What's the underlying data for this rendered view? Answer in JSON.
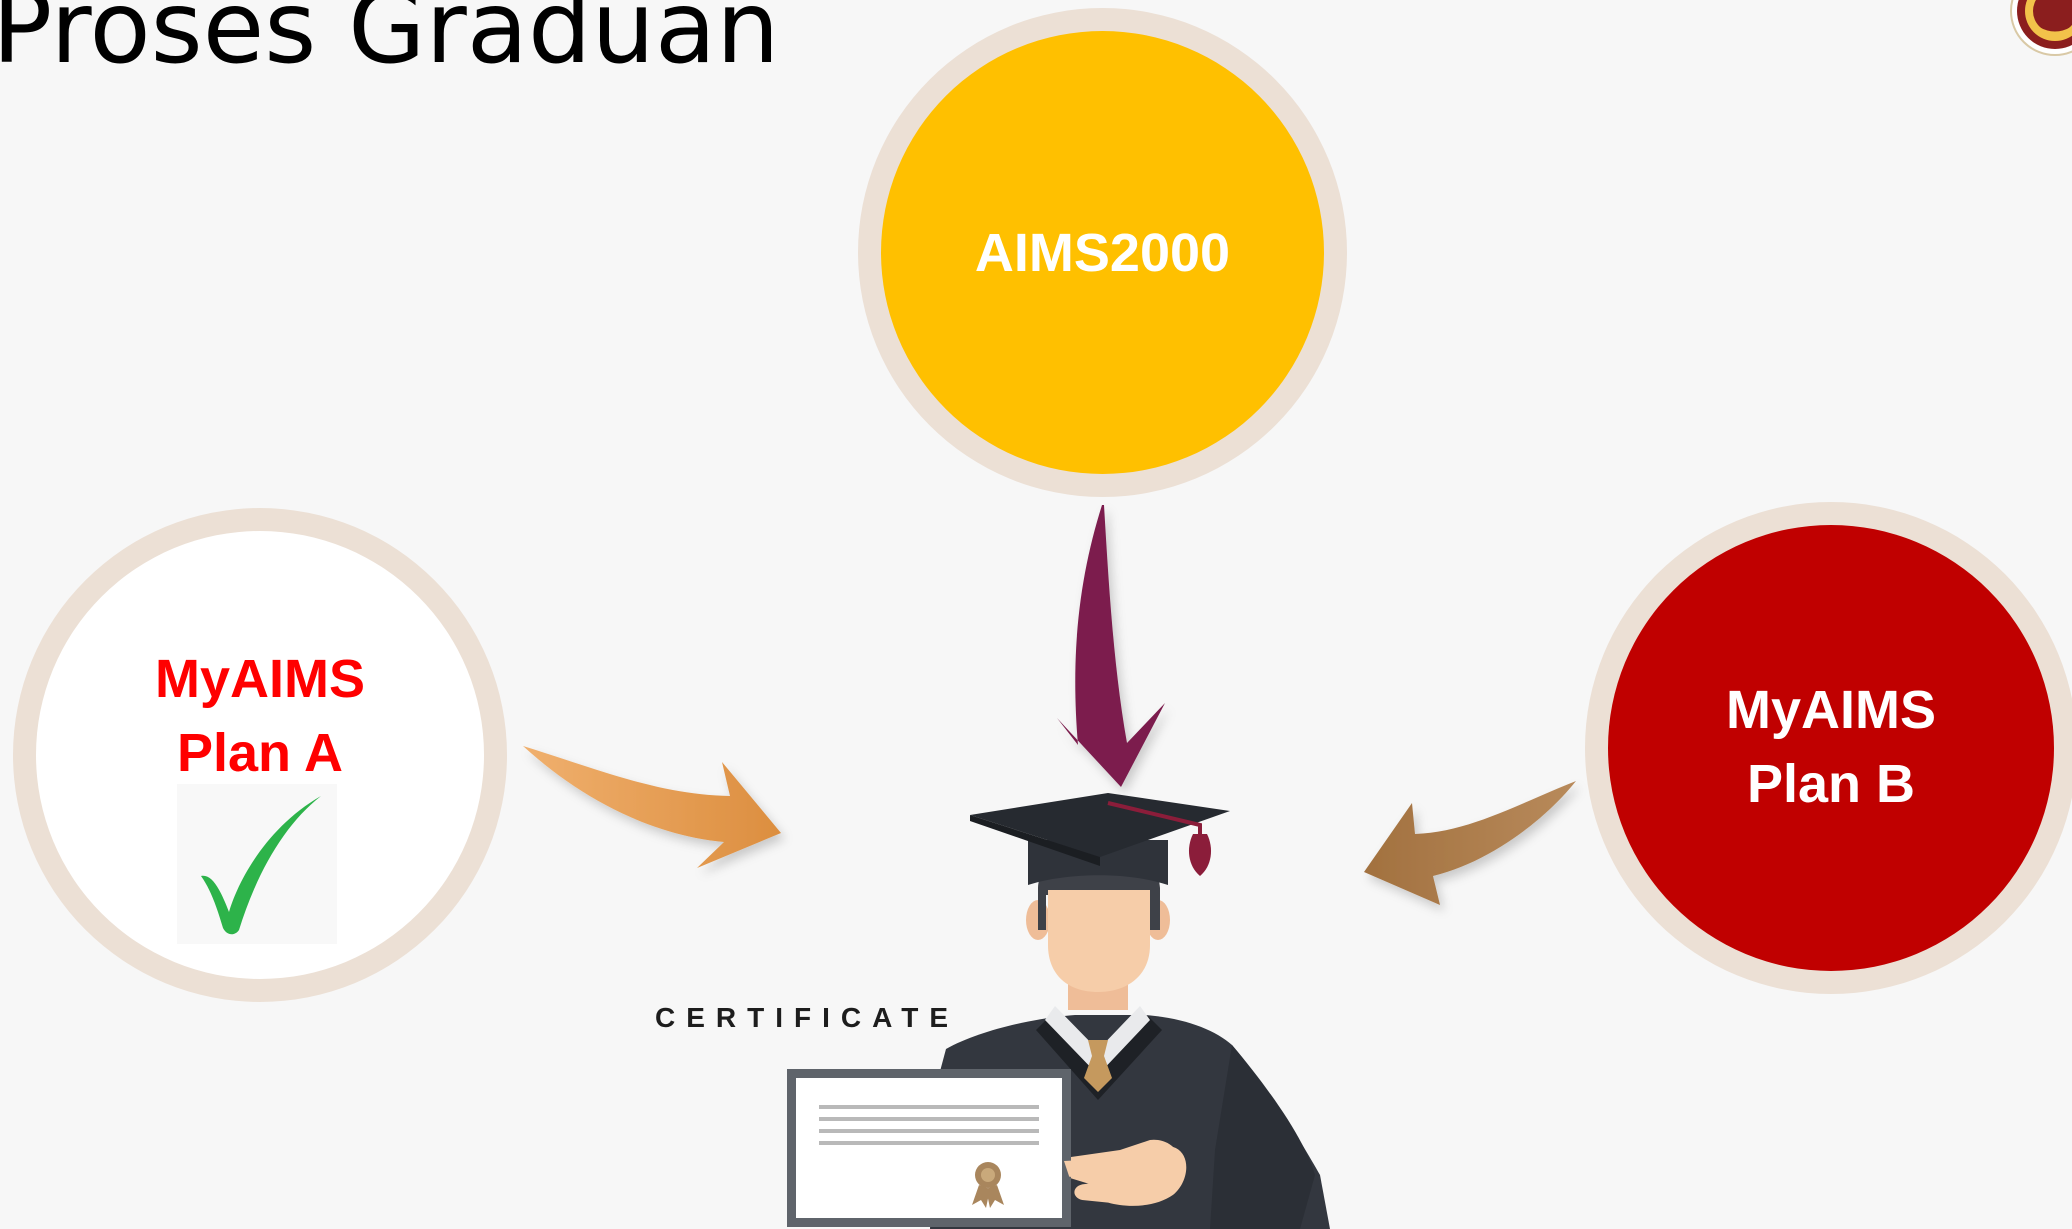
{
  "slide": {
    "title": "Proses Graduan"
  },
  "nodes": {
    "aims2000": {
      "label": "AIMS2000",
      "fill": "#ffc000",
      "text_color": "#ffffff"
    },
    "plan_a": {
      "line1": "MyAIMS",
      "line2": "Plan A",
      "fill": "#ffffff",
      "text_color": "#ff0000",
      "status_icon": "checkmark-icon",
      "status_color": "#2db34a"
    },
    "plan_b": {
      "line1": "MyAIMS",
      "line2": "Plan B",
      "fill": "#c00000",
      "text_color": "#ffffff"
    }
  },
  "arrows": {
    "from_aims2000": "#7b1f4d",
    "from_plan_a": "#e0944a",
    "from_plan_b": "#a9784a"
  },
  "graduate": {
    "caption": "CERTIFICATE",
    "figure_icon": "graduate-icon",
    "certificate_icon": "certificate-icon"
  },
  "ring_color": "#ece0d5",
  "logo_icon": "university-seal-icon"
}
